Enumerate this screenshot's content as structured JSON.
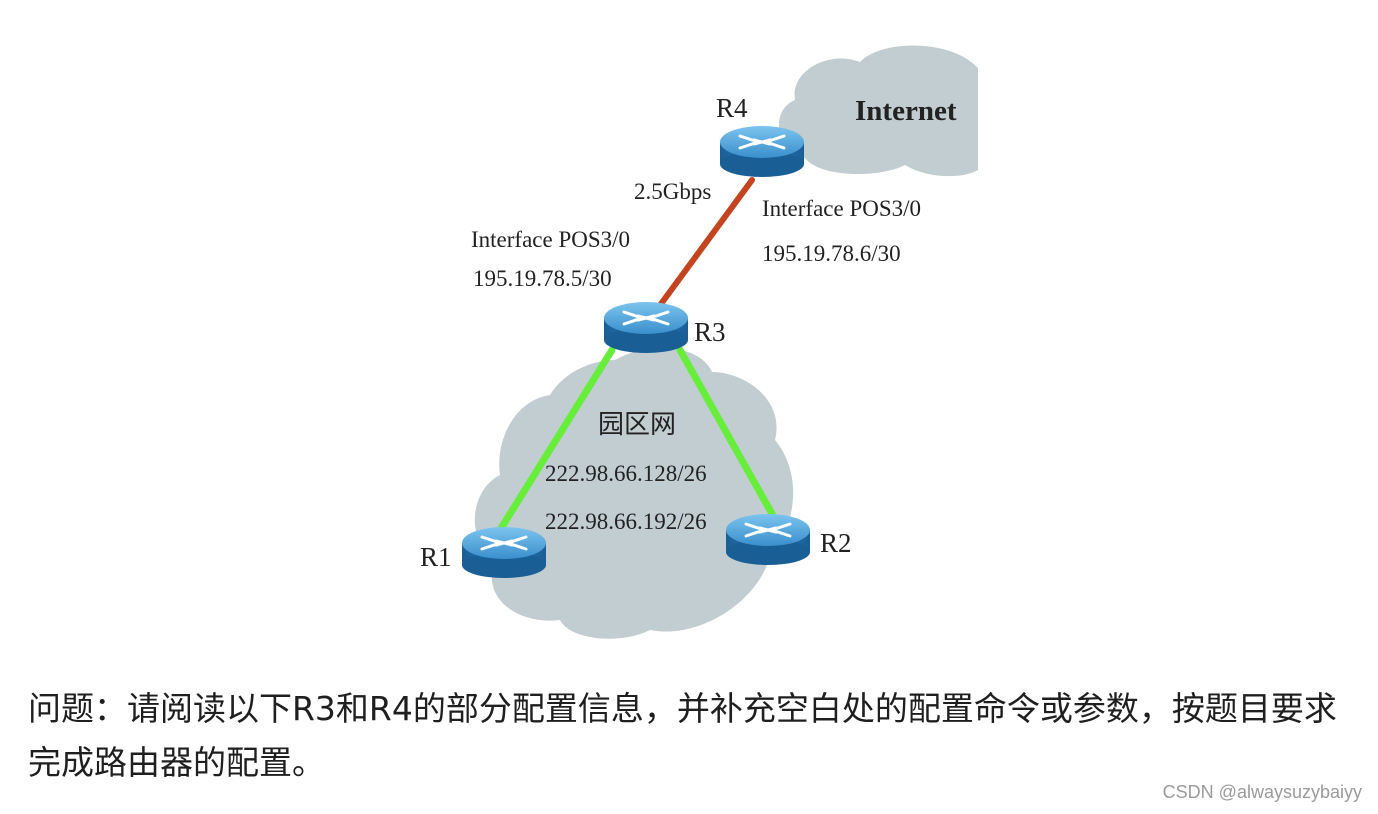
{
  "diagram": {
    "internet_label": "Internet",
    "campus_label": "园区网",
    "routers": {
      "r1": "R1",
      "r2": "R2",
      "r3": "R3",
      "r4": "R4"
    },
    "link_speed": "2.5Gbps",
    "r3_interface": "Interface POS3/0",
    "r3_ip": "195.19.78.5/30",
    "r4_interface": "Interface POS3/0",
    "r4_ip": "195.19.78.6/30",
    "subnet_1": "222.98.66.128/26",
    "subnet_2": "222.98.66.192/26",
    "colors": {
      "cloud": "#c1cdd0",
      "router_top": "#4a9fd5",
      "router_side": "#1d6aa5",
      "wan_link": "#c4441f",
      "lan_link": "#66ee3a"
    }
  },
  "question": {
    "text": "问题：请阅读以下R3和R4的部分配置信息，并补充空白处的配置命令或参数，按题目要求完成路由器的配置。"
  },
  "watermark": "CSDN @alwaysuzybaiyy"
}
